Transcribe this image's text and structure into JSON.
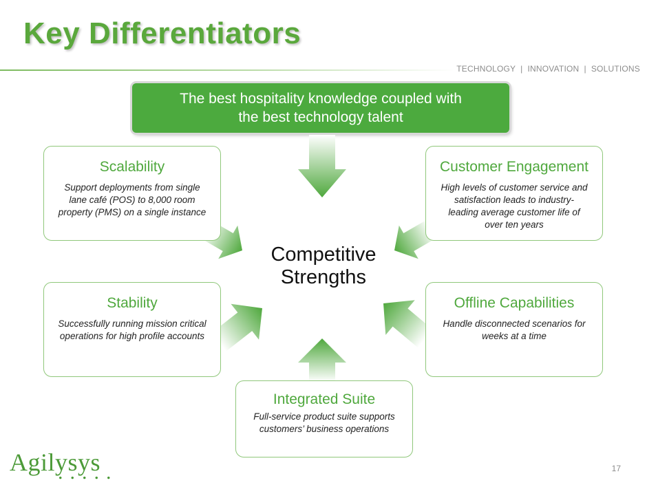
{
  "slide": {
    "title": "Key Differentiators",
    "tagline": "TECHNOLOGY  |  INNOVATION  |  SOLUTIONS",
    "page_number": "17"
  },
  "banner": {
    "line1": "The best hospitality knowledge coupled with",
    "line2": "the best technology talent"
  },
  "center": {
    "line1": "Competitive",
    "line2": "Strengths"
  },
  "boxes": {
    "scalability": {
      "title": "Scalability",
      "desc": "Support deployments from single lane café (POS) to 8,000 room property (PMS) on a single instance"
    },
    "customer_engagement": {
      "title": "Customer Engagement",
      "desc": "High levels of customer service and satisfaction leads to industry-leading average customer life of over ten years"
    },
    "stability": {
      "title": "Stability",
      "desc": "Successfully running mission critical operations for high profile accounts"
    },
    "offline": {
      "title": "Offline Capabilities",
      "desc": "Handle disconnected scenarios for weeks at a time"
    },
    "integrated": {
      "title": "Integrated Suite",
      "desc": "Full-service product suite supports customers’  business operations"
    }
  },
  "logo": {
    "text": "Agilysys",
    "dots": "....."
  },
  "colors": {
    "brand_green": "#4caa3e",
    "title_green": "#5aa83c",
    "box_border": "#8fc77a",
    "tagline_gray": "#8c8c8c"
  }
}
